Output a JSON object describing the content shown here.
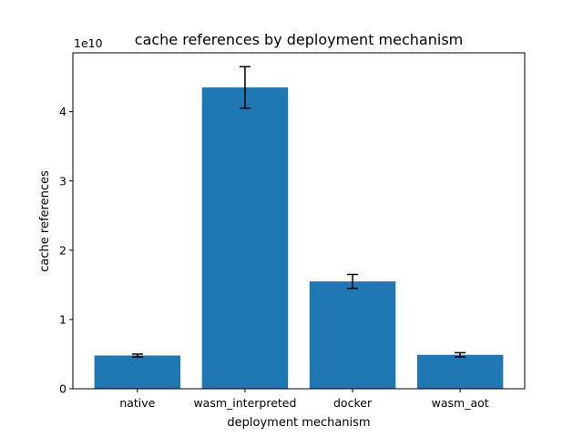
{
  "chart_data": {
    "type": "bar",
    "title": "cache references by deployment mechanism",
    "xlabel": "deployment mechanism",
    "ylabel": "cache references",
    "y_offset_label": "1e10",
    "categories": [
      "native",
      "wasm_interpreted",
      "docker",
      "wasm_aot"
    ],
    "values": [
      4800000000.0,
      43500000000.0,
      15500000000.0,
      4900000000.0
    ],
    "errors": [
      200000000.0,
      3000000000.0,
      1000000000.0,
      300000000.0
    ],
    "ylim": [
      0,
      48500000000.0
    ],
    "yticks": [
      0,
      10000000000.0,
      20000000000.0,
      30000000000.0,
      40000000000.0
    ],
    "ytick_labels": [
      "0",
      "1",
      "2",
      "3",
      "4"
    ],
    "bar_color": "#1f77b4",
    "error_color": "#000000",
    "grid": false
  }
}
